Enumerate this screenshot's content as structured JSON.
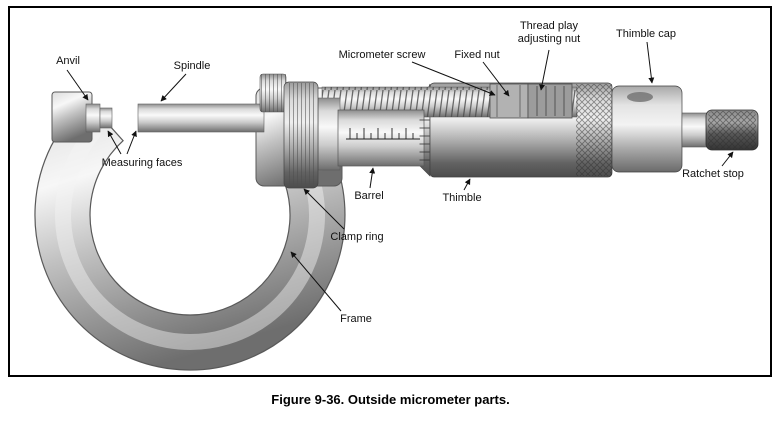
{
  "figure": {
    "caption": "Figure 9-36. Outside micrometer parts."
  },
  "labels": {
    "anvil": "Anvil",
    "spindle": "Spindle",
    "measuring_faces": "Measuring faces",
    "micrometer_screw": "Micrometer screw",
    "fixed_nut": "Fixed nut",
    "thread_play_adjusting_nut": "Thread play\nadjusting nut",
    "thimble_cap": "Thimble cap",
    "barrel": "Barrel",
    "thimble": "Thimble",
    "ratchet_stop": "Ratchet stop",
    "clamp_ring": "Clamp ring",
    "frame": "Frame"
  }
}
